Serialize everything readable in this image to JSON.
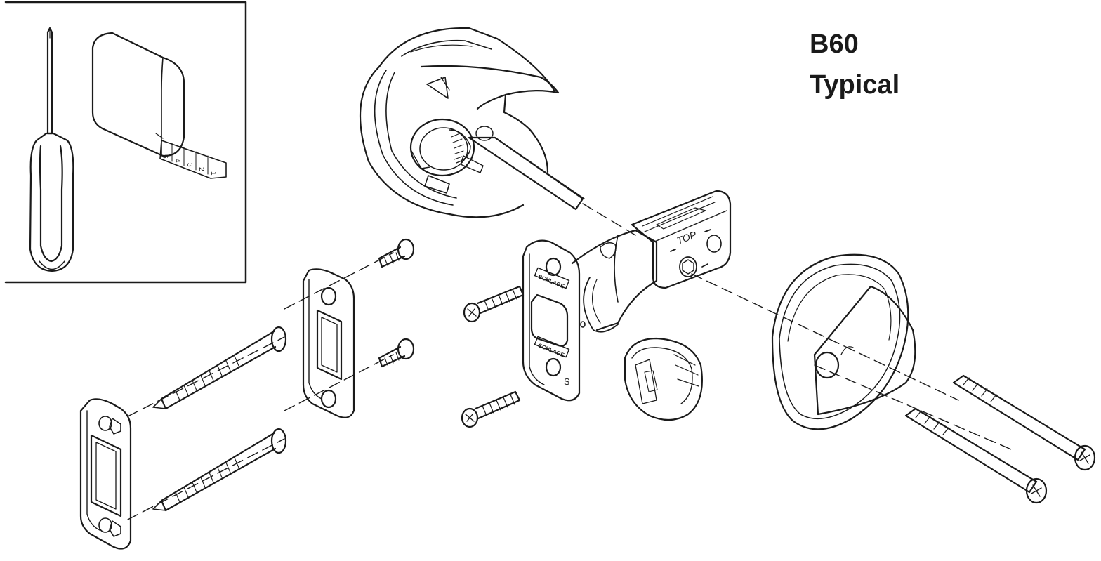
{
  "title": {
    "model": "B60",
    "variant": "Typical"
  },
  "tools": {
    "tape_numbers": [
      "5",
      "4",
      "3",
      "2",
      "1"
    ]
  },
  "parts": {
    "latch_top_label": "TOP",
    "faceplate_brand": "SCHLAGE",
    "faceplate_letter": "S"
  },
  "colors": {
    "ink": "#1a1a1a",
    "paper": "#ffffff"
  }
}
